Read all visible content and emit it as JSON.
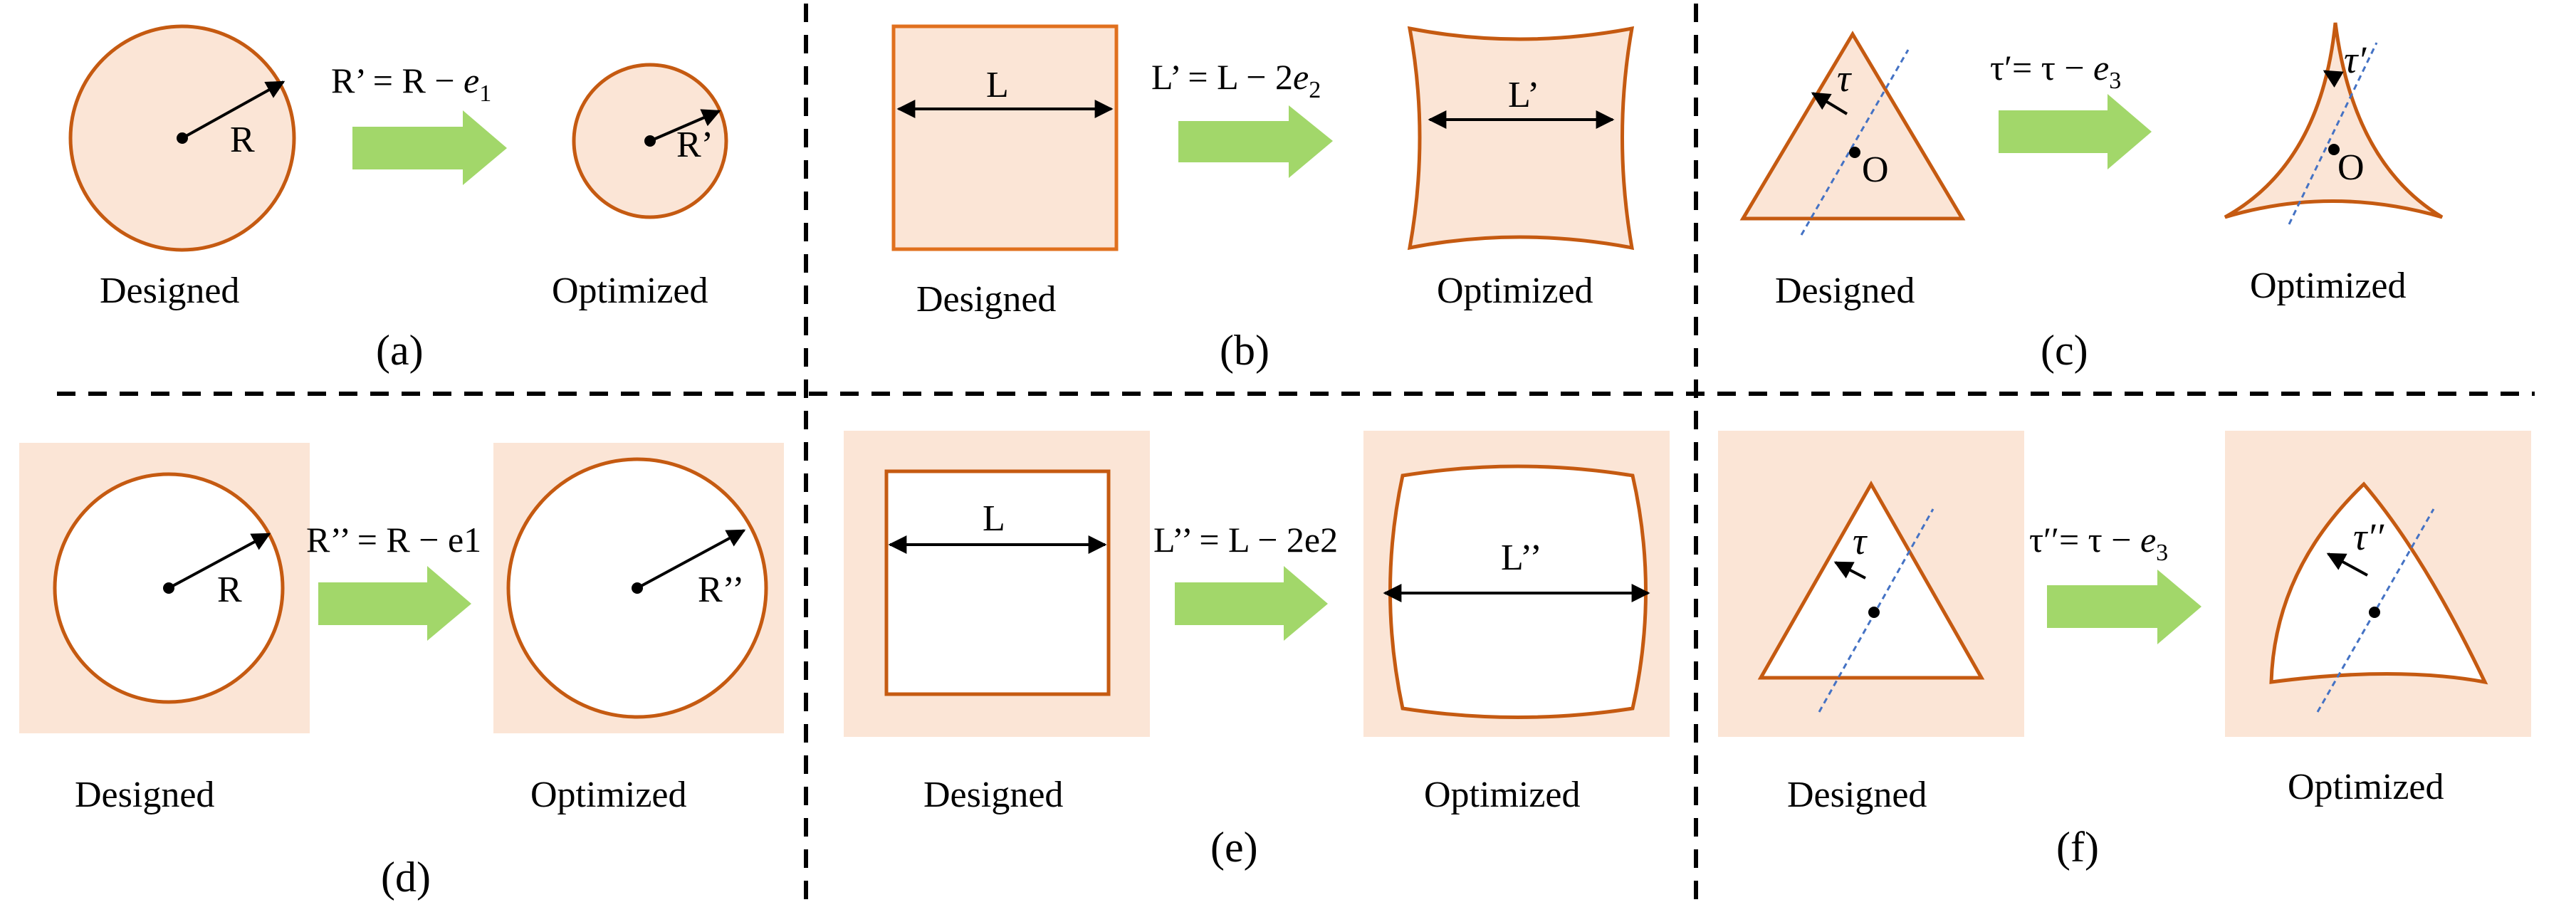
{
  "colors": {
    "fill": "#fbe5d6",
    "stroke": "#c55a11",
    "arrow": "#92d050",
    "axis": "#4472c4",
    "divider": "#000000"
  },
  "panels": {
    "a": {
      "tag": "(a)",
      "designed_label": "Designed",
      "optimized_label": "Optimized",
      "designed_dim": "R",
      "optimized_dim": "R’",
      "equation": {
        "lhs": "R’ = R − ",
        "var": "e",
        "sub": "1"
      }
    },
    "b": {
      "tag": "(b)",
      "designed_label": "Designed",
      "optimized_label": "Optimized",
      "designed_dim": "L",
      "optimized_dim": "L’",
      "equation": {
        "lhs": "L’ = L − 2",
        "var": "e",
        "sub": "2"
      }
    },
    "c": {
      "tag": "(c)",
      "designed_label": "Designed",
      "optimized_label": "Optimized",
      "designed_dim": "τ",
      "optimized_dim": "τ′",
      "designed_center": "O",
      "optimized_center": "O",
      "equation": {
        "lhs": "τ′= τ − ",
        "var": "e",
        "sub": "3"
      }
    },
    "d": {
      "tag": "(d)",
      "designed_label": "Designed",
      "optimized_label": "Optimized",
      "designed_dim": "R",
      "optimized_dim": "R’’",
      "equation": {
        "text": "R’’ = R − e1"
      }
    },
    "e": {
      "tag": "(e)",
      "designed_label": "Designed",
      "optimized_label": "Optimized",
      "designed_dim": "L",
      "optimized_dim": "L’’",
      "equation": {
        "text": "L’’ = L − 2e2"
      }
    },
    "f": {
      "tag": "(f)",
      "designed_label": "Designed",
      "optimized_label": "Optimized",
      "designed_dim": "τ",
      "optimized_dim": "τ′′",
      "equation": {
        "lhs": "τ′′= τ − ",
        "var": "e",
        "sub": "3"
      }
    }
  }
}
